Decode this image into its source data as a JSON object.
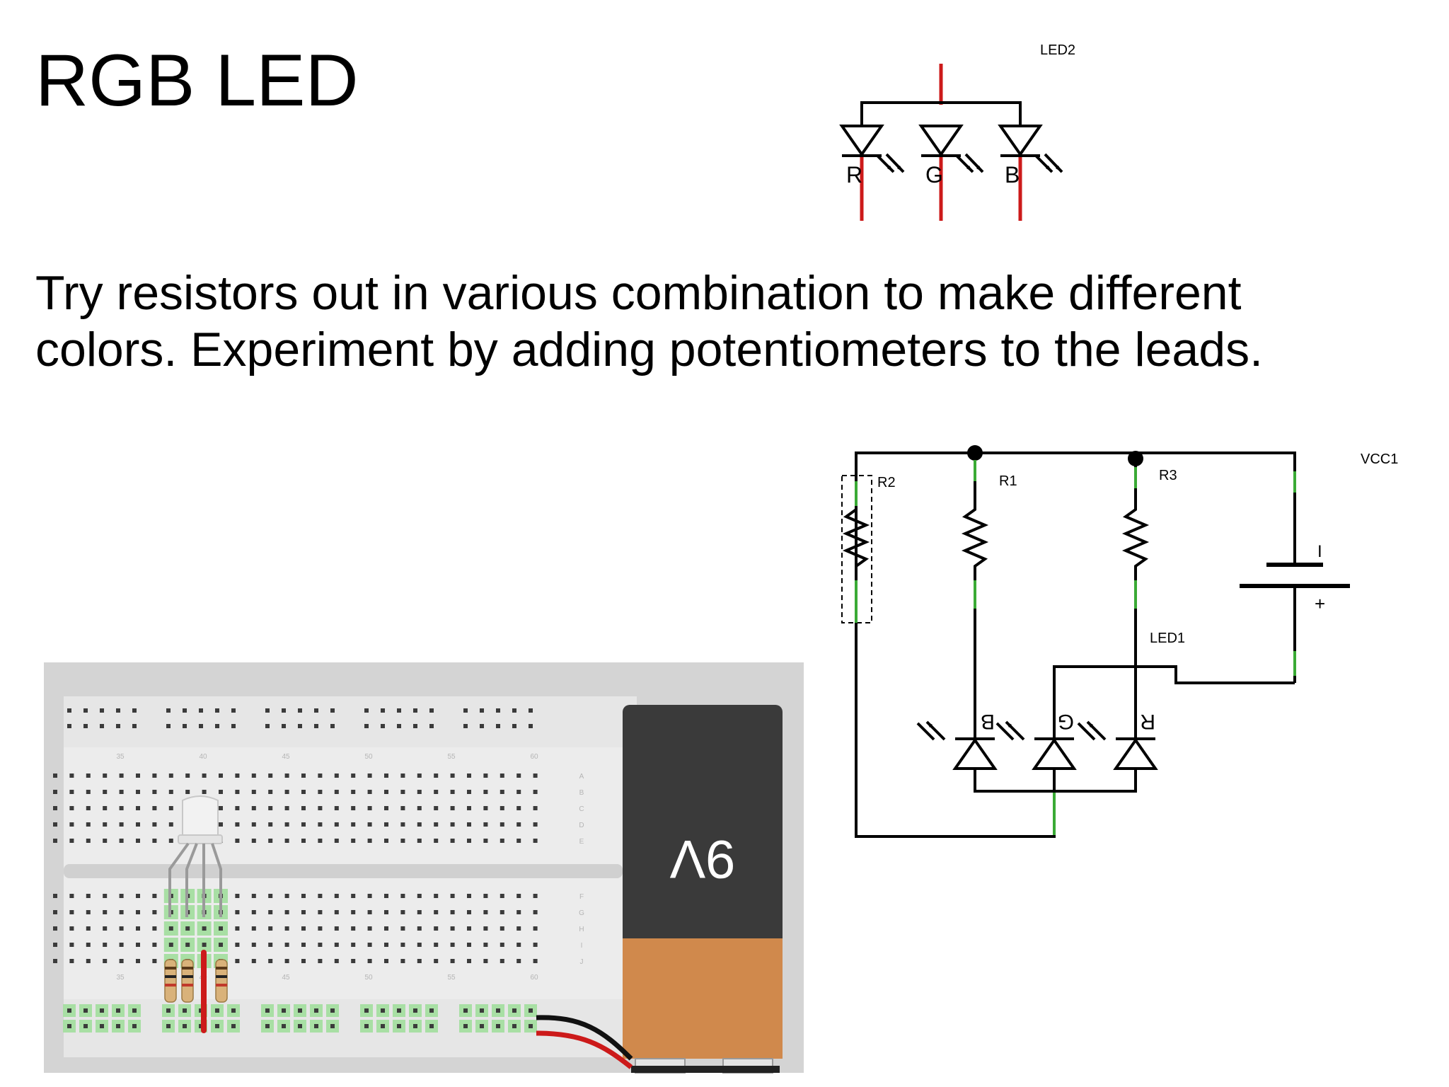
{
  "slide": {
    "title": "RGB LED",
    "body_lines": [
      "Try resistors out in various combination to make different",
      "colors. Experiment by adding potentiometers to the leads."
    ]
  },
  "led_symbol": {
    "label": "LED2",
    "pins": [
      "R",
      "G",
      "B"
    ]
  },
  "schematic": {
    "labels": {
      "r2": "R2",
      "r1": "R1",
      "r3": "R3",
      "vcc": "VCC1",
      "led": "LED1"
    },
    "battery_signs": {
      "minus": "I",
      "plus": "+"
    },
    "led_pins": [
      "B",
      "G",
      "R"
    ]
  },
  "breadboard": {
    "column_numbers": [
      "35",
      "40",
      "45",
      "50",
      "55",
      "60"
    ],
    "row_letters": [
      "A",
      "B",
      "C",
      "D",
      "E",
      "F",
      "G",
      "H",
      "I",
      "J"
    ],
    "battery_label": "9V"
  },
  "colors": {
    "wire_red": "#cc1a1a",
    "wire_green": "#3aaa35",
    "battery_orange": "#d0894c",
    "battery_body": "#3a3a3a",
    "breadboard_frame": "#d4d4d4"
  }
}
